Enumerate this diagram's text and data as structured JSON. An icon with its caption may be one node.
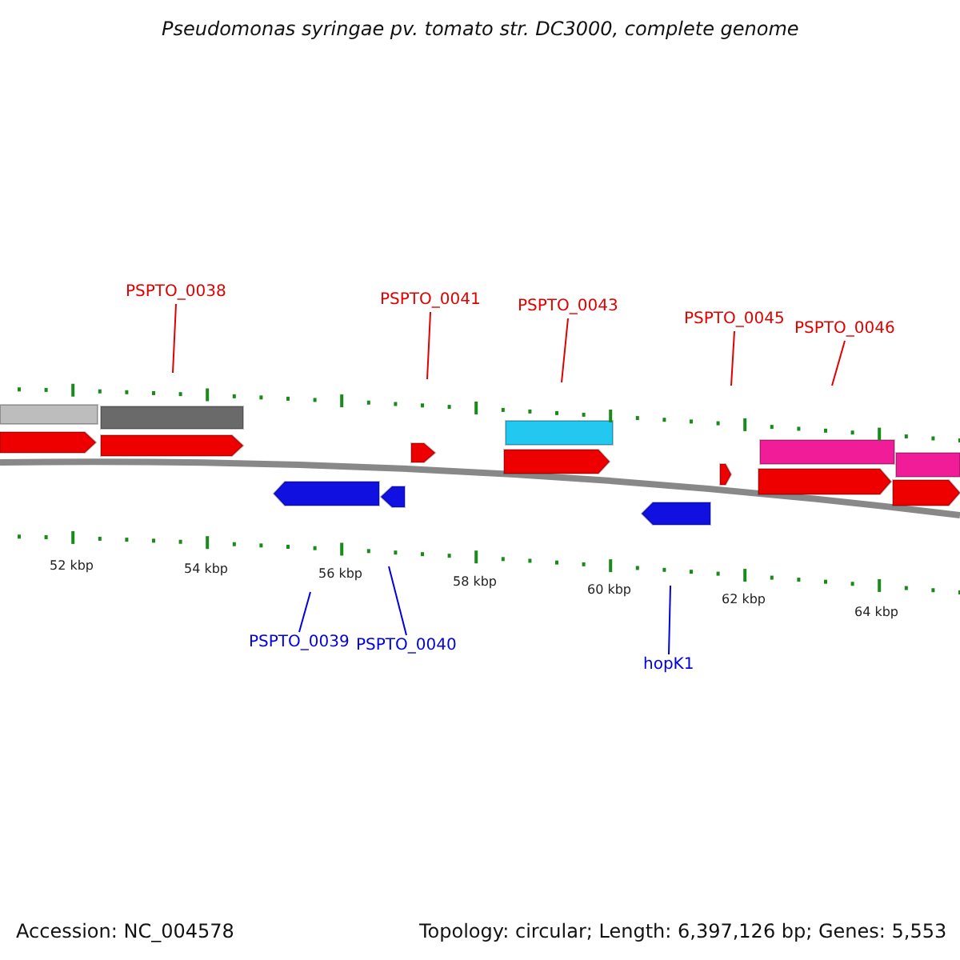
{
  "diagram": {
    "title": "Pseudomonas syringae pv. tomato str. DC3000, complete genome",
    "nodes": [
      {
        "text": [
          "PSPTO_0038"
        ]
      },
      {
        "text": [
          "PSPTO_0041"
        ]
      },
      {
        "text": [
          "PSPTO_0043"
        ]
      },
      {
        "text": [
          "PSPTO_0045"
        ]
      },
      {
        "text": [
          "PSPTO_0046"
        ]
      },
      {
        "text": [
          "PSPTO_0039"
        ]
      },
      {
        "text": [
          "PSPTO_0040"
        ]
      },
      {
        "text": [
          "hopK1"
        ]
      }
    ],
    "edges": [
      {
        "from": 0,
        "to": null,
        "arrow": "none"
      },
      {
        "from": 1,
        "to": null,
        "arrow": "none"
      },
      {
        "from": 2,
        "to": null,
        "arrow": "none"
      },
      {
        "from": 3,
        "to": null,
        "arrow": "none"
      },
      {
        "from": 4,
        "to": null,
        "arrow": "none"
      },
      {
        "from": 5,
        "to": null,
        "arrow": "none",
        "color": "#0000e0"
      },
      {
        "from": 6,
        "to": null,
        "arrow": "none",
        "color": "#0000e0"
      },
      {
        "from": 7,
        "to": null,
        "arrow": "none",
        "color": "#0000e0"
      }
    ],
    "labels": [
      "52 kbp",
      "54 kbp",
      "56 kbp",
      "58 kbp",
      "60 kbp",
      "62 kbp",
      "64 kbp",
      "Accession: NC_004578",
      "Topology: circular; Length: 6,397,126 bp; Genes: 5,553"
    ]
  }
}
